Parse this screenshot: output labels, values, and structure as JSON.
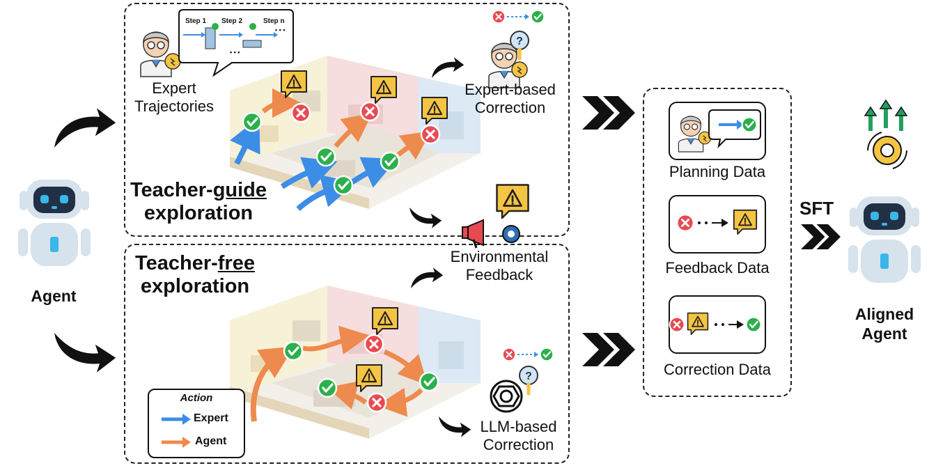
{
  "agent": {
    "label": "Agent"
  },
  "aligned_agent": {
    "line1": "Aligned",
    "line2": "Agent"
  },
  "sft": {
    "label": "SFT"
  },
  "teacher_guide": {
    "title_prefix": "Teacher-",
    "title_underlined": "guide",
    "title_line2": "exploration",
    "expert_trajectories": {
      "line1": "Expert",
      "line2": "Trajectories"
    },
    "expert_correction": {
      "line1": "Expert-based",
      "line2": "Correction"
    },
    "steps": {
      "step1": "Step 1",
      "step2": "Step 2",
      "stepn": "Step n",
      "dots": "• • •",
      "more": "• • •"
    }
  },
  "environmental_feedback": {
    "line1": "Environmental",
    "line2": "Feedback"
  },
  "teacher_free": {
    "title_prefix": "Teacher-",
    "title_underlined": "free",
    "title_line2": "exploration",
    "llm_correction": {
      "line1": "LLM-based",
      "line2": "Correction"
    }
  },
  "legend": {
    "title": "Action",
    "expert": "Expert",
    "agent": "Agent"
  },
  "data_types": {
    "planning": "Planning Data",
    "feedback": "Feedback Data",
    "correction": "Correction Data"
  },
  "colors": {
    "expert": "#3b8de6",
    "agent": "#ee8a4d",
    "ok": "#2bb04a",
    "err": "#e84a52",
    "warn": "#f6c443"
  }
}
